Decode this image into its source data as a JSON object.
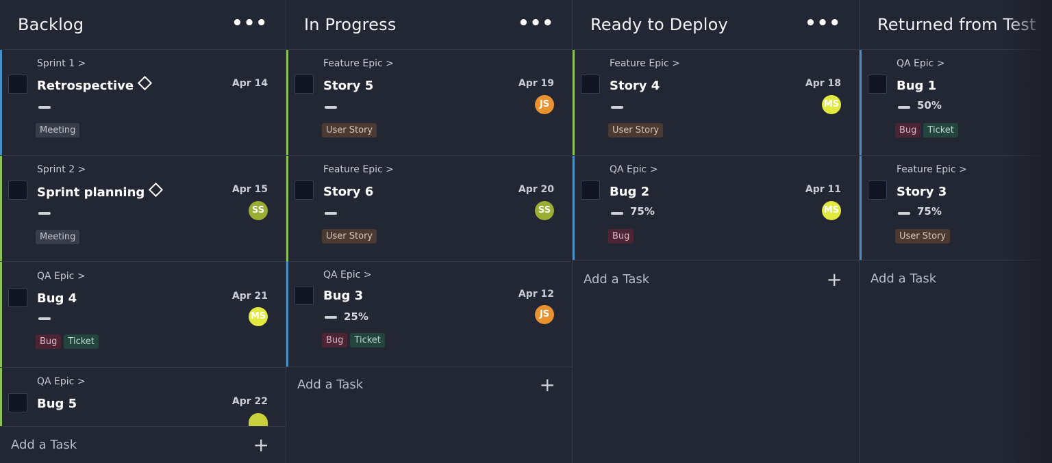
{
  "colors": {
    "background": "#232734",
    "stripe_green": "#8dc154",
    "stripe_blue": "#4a90c8",
    "avatar_js": "#e8912f",
    "avatar_ss": "#9aae34",
    "avatar_ms": "#e2ea3f"
  },
  "columns": [
    {
      "title": "Backlog",
      "menu": "•••",
      "cards": [
        {
          "epic": "Sprint 1 >",
          "title": "Retrospective",
          "date": "Apr 14",
          "avatar": "",
          "progress": "",
          "tags": [
            "Meeting"
          ],
          "icon": "diamond-icon"
        },
        {
          "epic": "Sprint 2 >",
          "title": "Sprint planning",
          "date": "Apr 15",
          "avatar": "SS",
          "progress": "",
          "tags": [
            "Meeting"
          ],
          "icon": "diamond-icon"
        },
        {
          "epic": "QA Epic >",
          "title": "Bug 4",
          "date": "Apr 21",
          "avatar": "MS",
          "progress": "",
          "tags": [
            "Bug",
            "Ticket"
          ]
        },
        {
          "epic": "QA Epic >",
          "title": "Bug 5",
          "date": "Apr 22",
          "avatar": "MS",
          "progress": "",
          "tags": []
        }
      ],
      "add_task": "Add a Task",
      "add_icon": "+"
    },
    {
      "title": "In Progress",
      "menu": "•••",
      "cards": [
        {
          "epic": "Feature Epic >",
          "title": "Story 5",
          "date": "Apr 19",
          "avatar": "JS",
          "progress": "",
          "tags": [
            "User Story"
          ]
        },
        {
          "epic": "Feature Epic >",
          "title": "Story 6",
          "date": "Apr 20",
          "avatar": "SS",
          "progress": "",
          "tags": [
            "User Story"
          ]
        },
        {
          "epic": "QA Epic >",
          "title": "Bug 3",
          "date": "Apr 12",
          "avatar": "JS",
          "progress": "25%",
          "tags": [
            "Bug",
            "Ticket"
          ]
        }
      ],
      "add_task": "Add a Task",
      "add_icon": "+"
    },
    {
      "title": "Ready to Deploy",
      "menu": "•••",
      "cards": [
        {
          "epic": "Feature Epic >",
          "title": "Story 4",
          "date": "Apr 18",
          "avatar": "MS",
          "progress": "",
          "tags": [
            "User Story"
          ]
        },
        {
          "epic": "QA Epic >",
          "title": "Bug 2",
          "date": "Apr 11",
          "avatar": "MS",
          "progress": "75%",
          "tags": [
            "Bug"
          ]
        }
      ],
      "add_task": "Add a Task",
      "add_icon": "+"
    },
    {
      "title": "Returned from Test",
      "menu": "",
      "cards": [
        {
          "epic": "QA Epic >",
          "title": "Bug 1",
          "date": "",
          "avatar": "",
          "progress": "50%",
          "tags": [
            "Bug",
            "Ticket"
          ]
        },
        {
          "epic": "Feature Epic >",
          "title": "Story 3",
          "date": "",
          "avatar": "",
          "progress": "75%",
          "tags": [
            "User Story"
          ]
        }
      ],
      "add_task": "Add a Task",
      "add_icon": ""
    }
  ]
}
